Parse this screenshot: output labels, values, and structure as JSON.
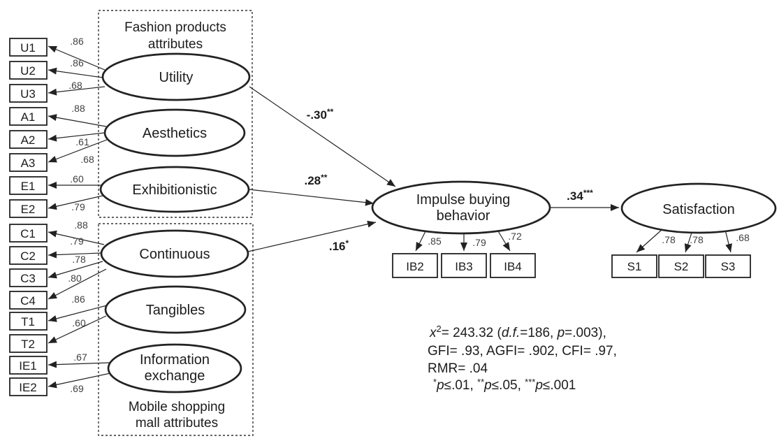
{
  "figure": {
    "groups": {
      "fashion": {
        "line1": "Fashion products",
        "line2": "attributes"
      },
      "mobile": {
        "line1": "Mobile shopping",
        "line2": "mall attributes"
      }
    },
    "latents": {
      "utility": "Utility",
      "aesthetics": "Aesthetics",
      "exhibitionistic": "Exhibitionistic",
      "continuous": "Continuous",
      "tangibles": "Tangibles",
      "information_exchange": {
        "line1": "Information",
        "line2": "exchange"
      },
      "impulse_buying": {
        "line1": "Impulse buying",
        "line2": "behavior"
      },
      "satisfaction": "Satisfaction"
    },
    "indicators": {
      "U1": {
        "label": "U1",
        "loading": ".86"
      },
      "U2": {
        "label": "U2",
        "loading": ".86"
      },
      "U3": {
        "label": "U3",
        "loading": ".68"
      },
      "A1": {
        "label": "A1",
        "loading": ".88"
      },
      "A2": {
        "label": "A2",
        "loading": ".61"
      },
      "A3": {
        "label": "A3",
        "loading": ".68"
      },
      "E1": {
        "label": "E1",
        "loading": ".60"
      },
      "E2": {
        "label": "E2",
        "loading": ".79"
      },
      "C1": {
        "label": "C1",
        "loading": ".88"
      },
      "C2": {
        "label": "C2",
        "loading": ".79"
      },
      "C3": {
        "label": "C3",
        "loading": ".78"
      },
      "C4": {
        "label": "C4",
        "loading": ".80"
      },
      "T1": {
        "label": "T1",
        "loading": ".86"
      },
      "T2": {
        "label": "T2",
        "loading": ".60"
      },
      "IE1": {
        "label": "IE1",
        "loading": ".67"
      },
      "IE2": {
        "label": "IE2",
        "loading": ".69"
      },
      "IB2": {
        "label": "IB2",
        "loading": ".85"
      },
      "IB3": {
        "label": "IB3",
        "loading": ".79"
      },
      "IB4": {
        "label": "IB4",
        "loading": ".72"
      },
      "S1": {
        "label": "S1",
        "loading": ".78"
      },
      "S2": {
        "label": "S2",
        "loading": ".78"
      },
      "S3": {
        "label": "S3",
        "loading": ".68"
      }
    },
    "paths": {
      "utility_to_impulse": {
        "from": "Utility",
        "to": "Impulse buying behavior",
        "coef": "-.30",
        "sig": "**"
      },
      "exhibitionistic_to_impulse": {
        "from": "Exhibitionistic",
        "to": "Impulse buying behavior",
        "coef": ".28",
        "sig": "**"
      },
      "continuous_to_impulse": {
        "from": "Continuous",
        "to": "Impulse buying behavior",
        "coef": ".16",
        "sig": "*"
      },
      "impulse_to_satisfaction": {
        "from": "Impulse buying behavior",
        "to": "Satisfaction",
        "coef": ".34",
        "sig": "***"
      }
    },
    "fit_statistics": {
      "chi": {
        "x": "x",
        "sup": "2",
        "rest1": "= 243.32 (",
        "df": "d.f.",
        "rest2": "=186, ",
        "p": "p",
        "rest3": "=.003),"
      },
      "line2": "GFI= .93, AGFI= .902, CFI= .97,",
      "line3": "RMR= .04",
      "sig_levels": [
        {
          "stars": "*",
          "p": "p",
          "rest": "≤.01, "
        },
        {
          "stars": "**",
          "p": "p",
          "rest": "≤.05, "
        },
        {
          "stars": "***",
          "p": "p",
          "rest": "≤.001"
        }
      ]
    }
  }
}
